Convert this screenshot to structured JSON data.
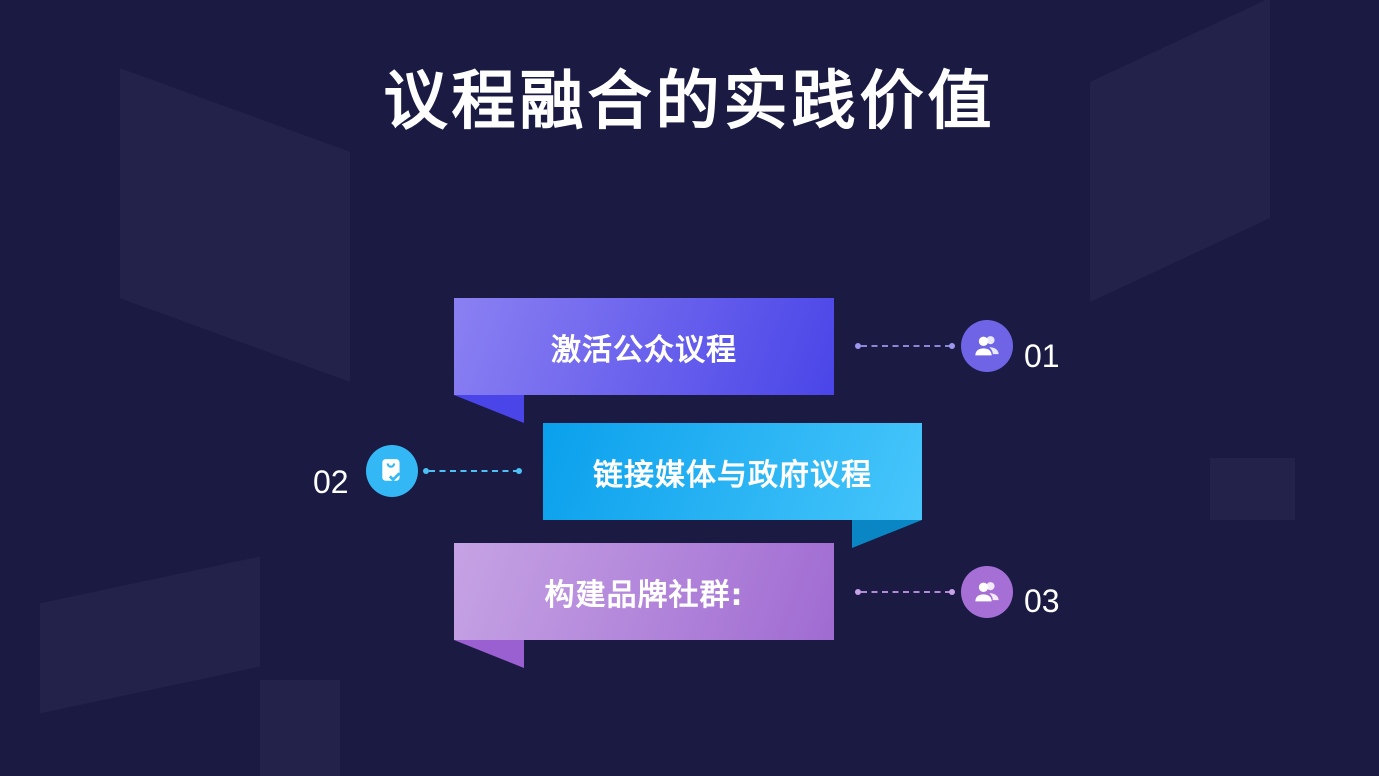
{
  "title": "议程融合的实践价值",
  "items": [
    {
      "number": "01",
      "label": "激活公众议程",
      "icon": "users-icon",
      "color": "#5d5ef0"
    },
    {
      "number": "02",
      "label": "链接媒体与政府议程",
      "icon": "shopping-bag-check-icon",
      "color": "#2fb6f5"
    },
    {
      "number": "03",
      "label": "构建品牌社群:",
      "icon": "users-icon",
      "color": "#a56dd4"
    }
  ]
}
